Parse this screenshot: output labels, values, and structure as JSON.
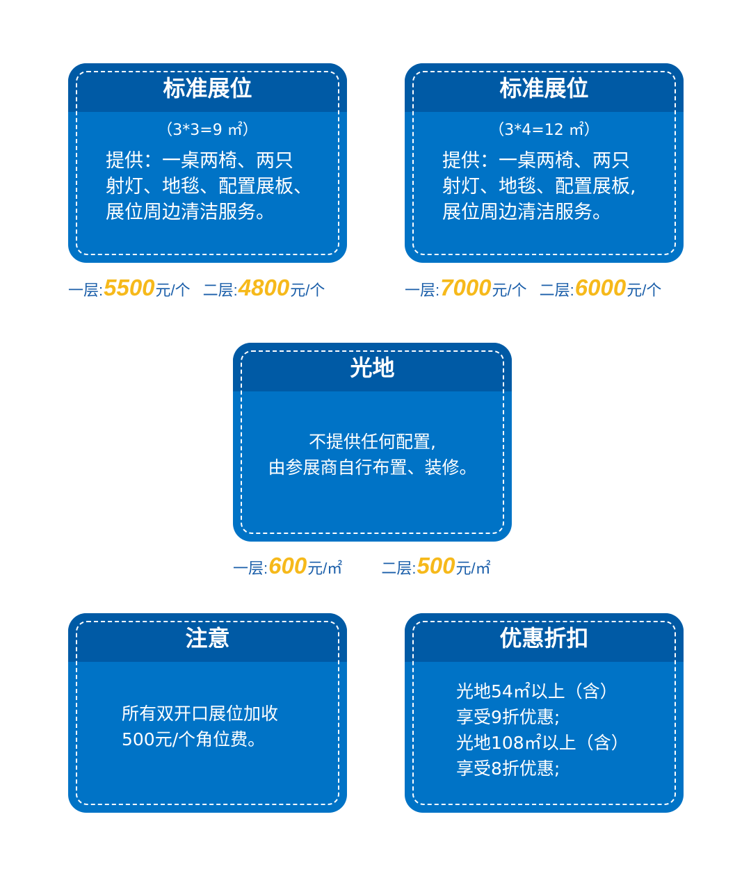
{
  "cards": {
    "std1": {
      "title": "标准展位",
      "size": "（3*3=9 ㎡）",
      "desc": "提供：一桌两椅、两只\n射灯、地毯、配置展板、\n展位周边清洁服务。"
    },
    "std2": {
      "title": "标准展位",
      "size": "（3*4=12 ㎡）",
      "desc": "提供：一桌两椅、两只\n射灯、地毯、配置展板,\n展位周边清洁服务。"
    },
    "raw": {
      "title": "光地",
      "desc": "不提供任何配置,\n由参展商自行布置、装修。"
    },
    "note": {
      "title": "注意",
      "desc": "所有双开口展位加收\n500元/个角位费。"
    },
    "discount": {
      "title": "优惠折扣",
      "desc": "光地54㎡以上（含）\n享受9折优惠;\n光地108㎡以上（含）\n享受8折优惠;"
    }
  },
  "prices": {
    "std1": {
      "floor1_label": "一层:",
      "floor1_value": "5500",
      "floor1_unit": "元/个",
      "floor2_label": "二层:",
      "floor2_value": "4800",
      "floor2_unit": "元/个"
    },
    "std2": {
      "floor1_label": "一层:",
      "floor1_value": "7000",
      "floor1_unit": "元/个",
      "floor2_label": "二层:",
      "floor2_value": "6000",
      "floor2_unit": "元/个"
    },
    "raw": {
      "floor1_label": "一层:",
      "floor1_value": "600",
      "floor1_unit": "元/㎡",
      "floor2_label": "二层:",
      "floor2_value": "500",
      "floor2_unit": "元/㎡"
    }
  },
  "colors": {
    "card_blue": "#0073c6",
    "header_blue": "#005aa5",
    "price_text": "#1a5ea9",
    "price_highlight": "#f6b91b"
  }
}
